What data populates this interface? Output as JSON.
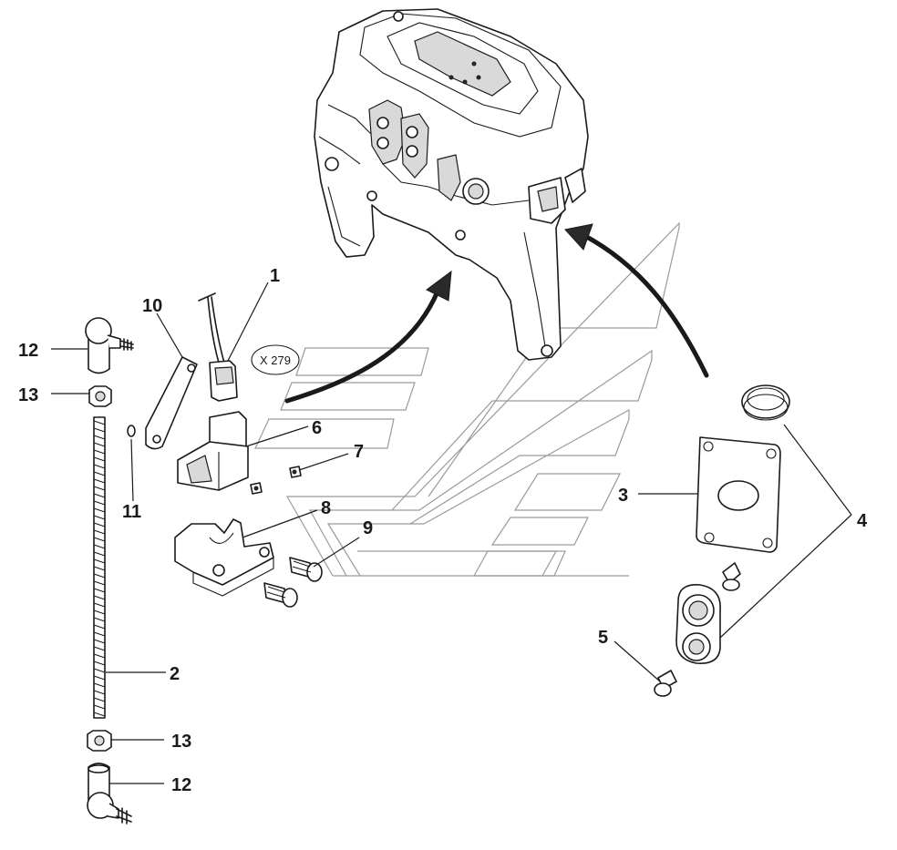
{
  "diagram": {
    "reference_tag": "X 279",
    "callouts": [
      {
        "id": "c1",
        "text": "1"
      },
      {
        "id": "c2",
        "text": "2"
      },
      {
        "id": "c3",
        "text": "3"
      },
      {
        "id": "c4",
        "text": "4"
      },
      {
        "id": "c5",
        "text": "5"
      },
      {
        "id": "c6",
        "text": "6"
      },
      {
        "id": "c7",
        "text": "7"
      },
      {
        "id": "c8",
        "text": "8"
      },
      {
        "id": "c9",
        "text": "9"
      },
      {
        "id": "c10",
        "text": "10"
      },
      {
        "id": "c11",
        "text": "11"
      },
      {
        "id": "c12a",
        "text": "12"
      },
      {
        "id": "c12b",
        "text": "12"
      },
      {
        "id": "c13a",
        "text": "13"
      },
      {
        "id": "c13b",
        "text": "13"
      }
    ]
  }
}
